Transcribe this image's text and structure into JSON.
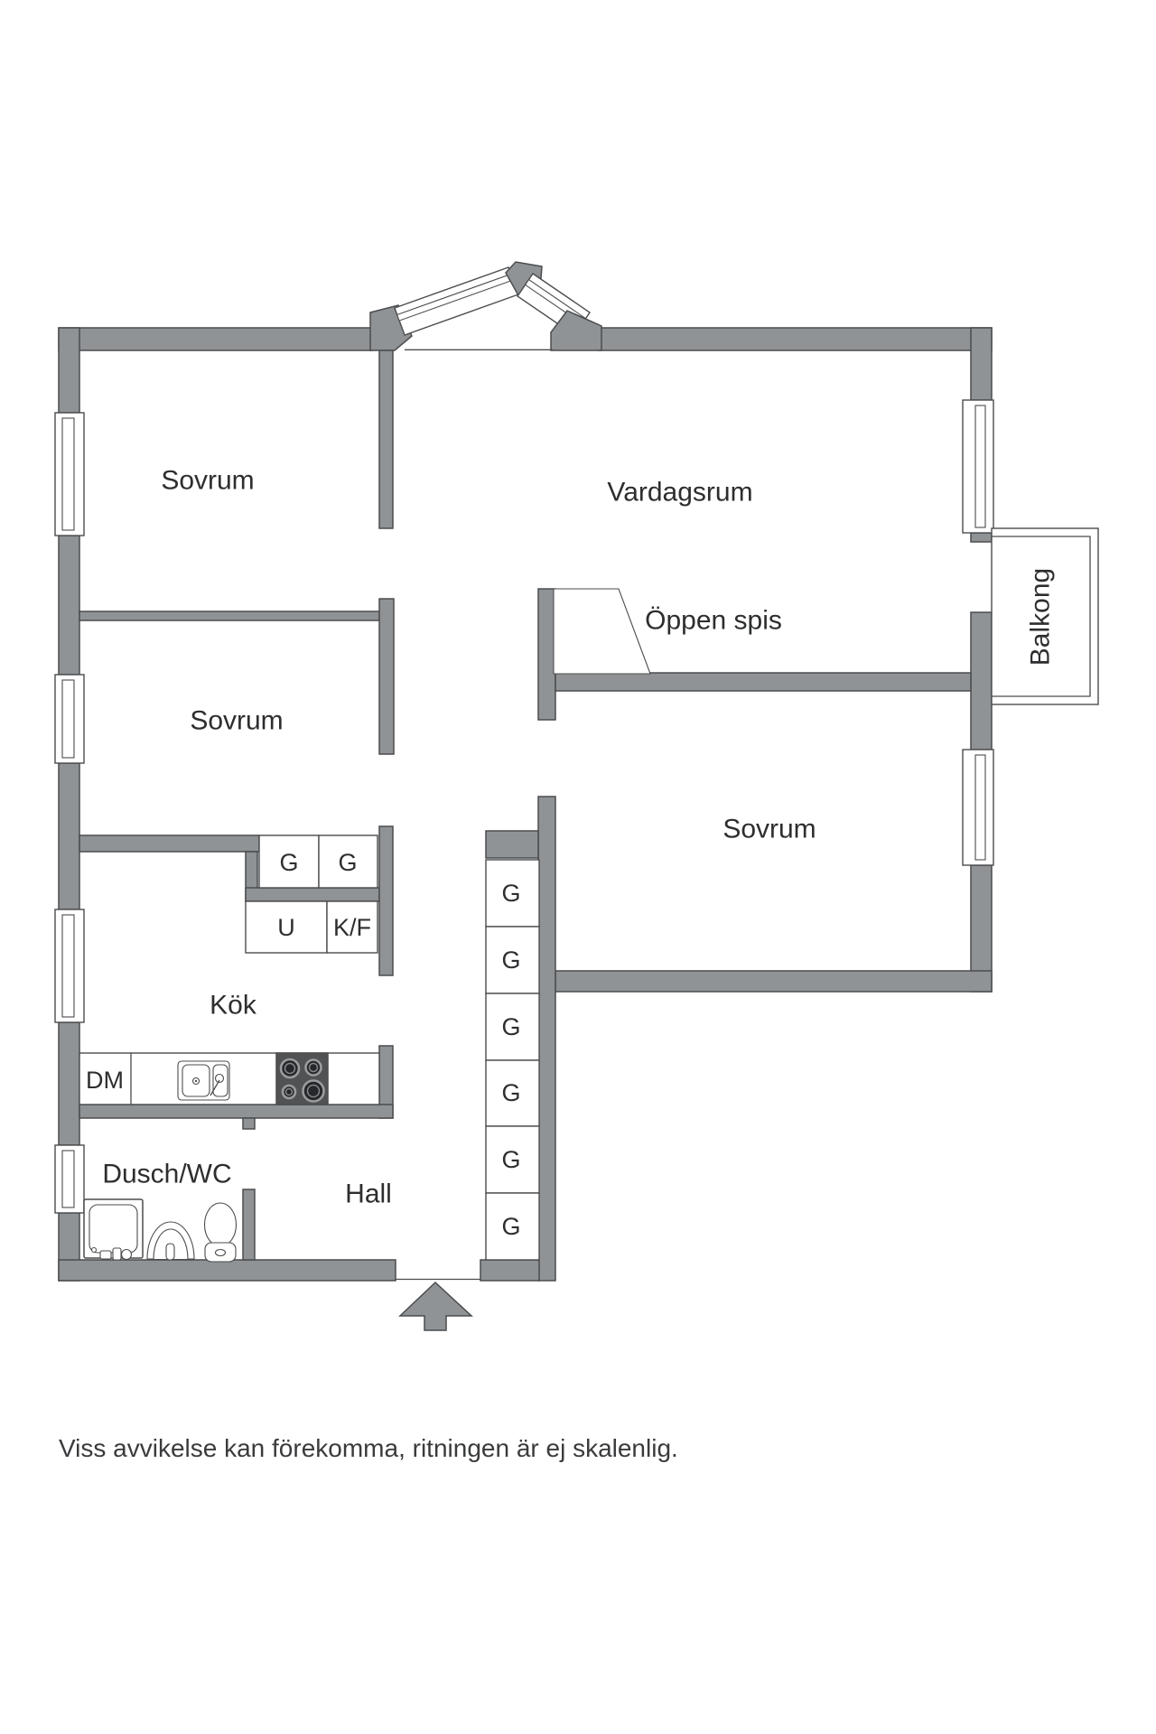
{
  "colors": {
    "wall": "#8F9396",
    "outline": "#4B4C4E",
    "text": "#2D2E30",
    "muted_text": "#3A3B3D",
    "stove": "#505254",
    "white": "#FFFFFF"
  },
  "rooms": {
    "sovrum_top_left": {
      "label": "Sovrum"
    },
    "vardagsrum": {
      "label": "Vardagsrum"
    },
    "oppen_spis": {
      "label": "Öppen spis"
    },
    "sovrum_middle_left": {
      "label": "Sovrum"
    },
    "sovrum_right": {
      "label": "Sovrum"
    },
    "kok": {
      "label": "Kök"
    },
    "dusch_wc": {
      "label": "Dusch/WC"
    },
    "hall": {
      "label": "Hall"
    },
    "balkong": {
      "label": "Balkong"
    }
  },
  "kitchen": {
    "cabinets": [
      {
        "label": "G"
      },
      {
        "label": "G"
      },
      {
        "label": "U"
      },
      {
        "label": "K/F"
      }
    ],
    "dishwasher_label": "DM"
  },
  "hall_closets": [
    {
      "label": "G"
    },
    {
      "label": "G"
    },
    {
      "label": "G"
    },
    {
      "label": "G"
    },
    {
      "label": "G"
    },
    {
      "label": "G"
    }
  ],
  "footer": {
    "disclaimer": "Viss avvikelse kan förekomma, ritningen är ej skalenlig."
  }
}
